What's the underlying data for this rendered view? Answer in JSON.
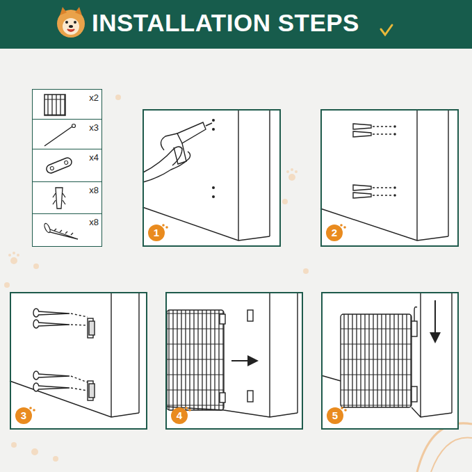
{
  "diagram": {
    "title": "INSTALLATION STEPS",
    "nodes": [
      {
        "text": [
          "x2"
        ]
      },
      {
        "text": [
          "x3"
        ]
      },
      {
        "text": [
          "x4"
        ]
      },
      {
        "text": [
          "x8"
        ]
      },
      {
        "text": [
          "x8"
        ]
      },
      {
        "text": [
          "1"
        ]
      },
      {
        "text": [
          "2"
        ]
      },
      {
        "text": [
          "3"
        ]
      },
      {
        "text": [
          "4"
        ]
      },
      {
        "text": [
          "5"
        ]
      }
    ]
  }
}
